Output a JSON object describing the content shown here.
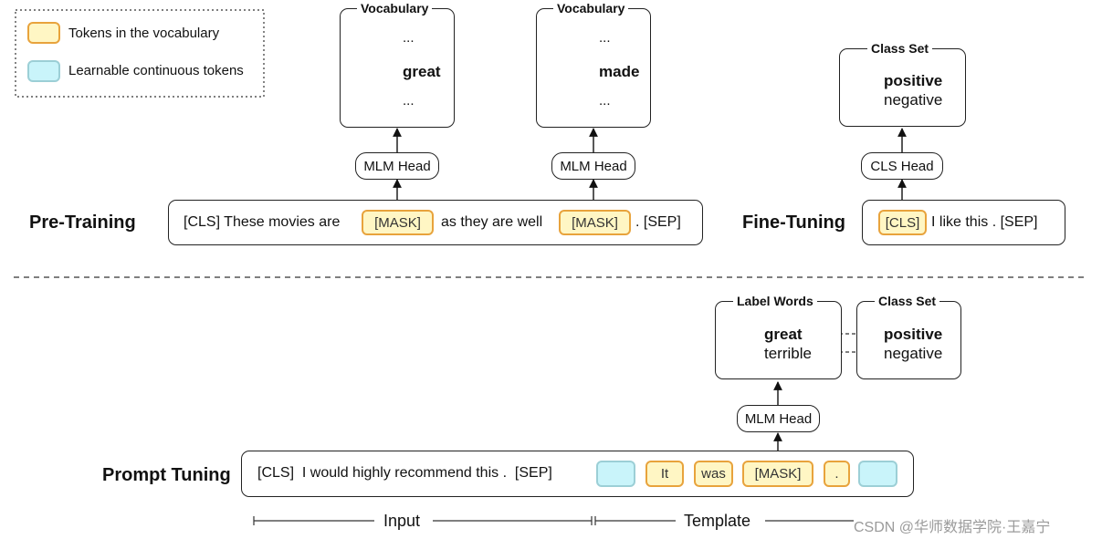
{
  "legend": {
    "vocab_tokens": "Tokens in the vocabulary",
    "continuous_tokens": "Learnable continuous tokens"
  },
  "pretraining": {
    "label": "Pre-Training",
    "seq_part1": "[CLS] These movies are",
    "mask1": "[MASK]",
    "seq_part2": "as they are well",
    "mask2": "[MASK]",
    "seq_part3": ". [SEP]",
    "head1": "MLM Head",
    "head2": "MLM Head",
    "vocab1": {
      "title": "Vocabulary",
      "top": "...",
      "word": "great",
      "bottom": "..."
    },
    "vocab2": {
      "title": "Vocabulary",
      "top": "...",
      "word": "made",
      "bottom": "..."
    }
  },
  "finetuning": {
    "label": "Fine-Tuning",
    "cls": "[CLS]",
    "seq": "I like this . [SEP]",
    "head": "CLS Head",
    "classset": {
      "title": "Class Set",
      "pos": "positive",
      "neg": "negative"
    }
  },
  "prompt": {
    "label": "Prompt Tuning",
    "seq": "[CLS]  I would highly recommend this .  [SEP]",
    "t_it": "It",
    "t_was": "was",
    "t_mask": "[MASK]",
    "t_dot": ".",
    "head": "MLM Head",
    "labelwords": {
      "title": "Label Words",
      "w1": "great",
      "w2": "terrible"
    },
    "classset": {
      "title": "Class Set",
      "pos": "positive",
      "neg": "negative"
    },
    "input_label": "Input",
    "template_label": "Template"
  },
  "watermark": "CSDN @华师数据学院·王嘉宁"
}
